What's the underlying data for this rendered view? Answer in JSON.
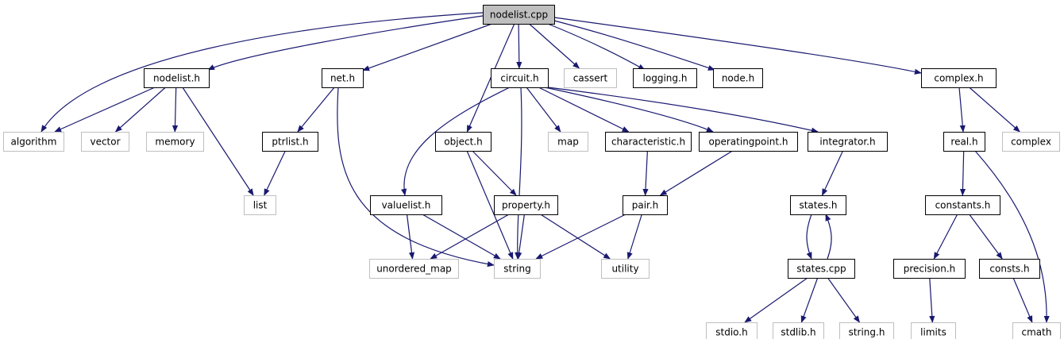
{
  "colors": {
    "edge": "#191970",
    "root_fill": "#bfbfbf",
    "local_border": "#000000",
    "system_border": "#bfbfbf",
    "text": "#000000"
  },
  "nodes": [
    {
      "id": "nodelist_cpp",
      "label": "nodelist.cpp",
      "kind": "root"
    },
    {
      "id": "nodelist_h",
      "label": "nodelist.h",
      "kind": "local"
    },
    {
      "id": "net_h",
      "label": "net.h",
      "kind": "local"
    },
    {
      "id": "circuit_h",
      "label": "circuit.h",
      "kind": "local"
    },
    {
      "id": "cassert",
      "label": "cassert",
      "kind": "system"
    },
    {
      "id": "logging_h",
      "label": "logging.h",
      "kind": "local"
    },
    {
      "id": "node_h",
      "label": "node.h",
      "kind": "local"
    },
    {
      "id": "complex_h",
      "label": "complex.h",
      "kind": "local"
    },
    {
      "id": "algorithm",
      "label": "algorithm",
      "kind": "system"
    },
    {
      "id": "vector",
      "label": "vector",
      "kind": "system"
    },
    {
      "id": "memory",
      "label": "memory",
      "kind": "system"
    },
    {
      "id": "ptrlist_h",
      "label": "ptrlist.h",
      "kind": "local"
    },
    {
      "id": "object_h",
      "label": "object.h",
      "kind": "local"
    },
    {
      "id": "map",
      "label": "map",
      "kind": "system"
    },
    {
      "id": "characteristic_h",
      "label": "characteristic.h",
      "kind": "local"
    },
    {
      "id": "operatingpoint_h",
      "label": "operatingpoint.h",
      "kind": "local"
    },
    {
      "id": "integrator_h",
      "label": "integrator.h",
      "kind": "local"
    },
    {
      "id": "real_h",
      "label": "real.h",
      "kind": "local"
    },
    {
      "id": "complex",
      "label": "complex",
      "kind": "system"
    },
    {
      "id": "list",
      "label": "list",
      "kind": "system"
    },
    {
      "id": "valuelist_h",
      "label": "valuelist.h",
      "kind": "local"
    },
    {
      "id": "property_h",
      "label": "property.h",
      "kind": "local"
    },
    {
      "id": "pair_h",
      "label": "pair.h",
      "kind": "local"
    },
    {
      "id": "states_h",
      "label": "states.h",
      "kind": "local"
    },
    {
      "id": "constants_h",
      "label": "constants.h",
      "kind": "local"
    },
    {
      "id": "unordered_map",
      "label": "unordered_map",
      "kind": "system"
    },
    {
      "id": "string",
      "label": "string",
      "kind": "system"
    },
    {
      "id": "utility",
      "label": "utility",
      "kind": "system"
    },
    {
      "id": "states_cpp",
      "label": "states.cpp",
      "kind": "local"
    },
    {
      "id": "precision_h",
      "label": "precision.h",
      "kind": "local"
    },
    {
      "id": "consts_h",
      "label": "consts.h",
      "kind": "local"
    },
    {
      "id": "stdio_h",
      "label": "stdio.h",
      "kind": "system"
    },
    {
      "id": "stdlib_h",
      "label": "stdlib.h",
      "kind": "system"
    },
    {
      "id": "string_h",
      "label": "string.h",
      "kind": "system"
    },
    {
      "id": "limits",
      "label": "limits",
      "kind": "system"
    },
    {
      "id": "cmath",
      "label": "cmath",
      "kind": "system"
    }
  ],
  "edges": [
    {
      "from": "nodelist_cpp",
      "to": "algorithm"
    },
    {
      "from": "nodelist_cpp",
      "to": "nodelist_h"
    },
    {
      "from": "nodelist_cpp",
      "to": "net_h"
    },
    {
      "from": "nodelist_cpp",
      "to": "object_h"
    },
    {
      "from": "nodelist_cpp",
      "to": "circuit_h"
    },
    {
      "from": "nodelist_cpp",
      "to": "cassert"
    },
    {
      "from": "nodelist_cpp",
      "to": "logging_h"
    },
    {
      "from": "nodelist_cpp",
      "to": "node_h"
    },
    {
      "from": "nodelist_cpp",
      "to": "complex_h"
    },
    {
      "from": "nodelist_h",
      "to": "algorithm"
    },
    {
      "from": "nodelist_h",
      "to": "vector"
    },
    {
      "from": "nodelist_h",
      "to": "memory"
    },
    {
      "from": "nodelist_h",
      "to": "list"
    },
    {
      "from": "net_h",
      "to": "ptrlist_h"
    },
    {
      "from": "net_h",
      "to": "string"
    },
    {
      "from": "ptrlist_h",
      "to": "list"
    },
    {
      "from": "circuit_h",
      "to": "valuelist_h"
    },
    {
      "from": "circuit_h",
      "to": "string"
    },
    {
      "from": "circuit_h",
      "to": "map"
    },
    {
      "from": "circuit_h",
      "to": "characteristic_h"
    },
    {
      "from": "circuit_h",
      "to": "operatingpoint_h"
    },
    {
      "from": "circuit_h",
      "to": "integrator_h"
    },
    {
      "from": "object_h",
      "to": "property_h"
    },
    {
      "from": "object_h",
      "to": "string"
    },
    {
      "from": "valuelist_h",
      "to": "unordered_map"
    },
    {
      "from": "valuelist_h",
      "to": "string"
    },
    {
      "from": "property_h",
      "to": "unordered_map"
    },
    {
      "from": "property_h",
      "to": "string"
    },
    {
      "from": "property_h",
      "to": "utility"
    },
    {
      "from": "characteristic_h",
      "to": "pair_h"
    },
    {
      "from": "operatingpoint_h",
      "to": "pair_h"
    },
    {
      "from": "pair_h",
      "to": "string"
    },
    {
      "from": "pair_h",
      "to": "utility"
    },
    {
      "from": "integrator_h",
      "to": "states_h"
    },
    {
      "from": "states_h",
      "to": "states_cpp"
    },
    {
      "from": "states_cpp",
      "to": "states_h"
    },
    {
      "from": "states_cpp",
      "to": "stdio_h"
    },
    {
      "from": "states_cpp",
      "to": "stdlib_h"
    },
    {
      "from": "states_cpp",
      "to": "string_h"
    },
    {
      "from": "complex_h",
      "to": "real_h"
    },
    {
      "from": "complex_h",
      "to": "complex"
    },
    {
      "from": "real_h",
      "to": "constants_h"
    },
    {
      "from": "real_h",
      "to": "cmath"
    },
    {
      "from": "constants_h",
      "to": "precision_h"
    },
    {
      "from": "constants_h",
      "to": "consts_h"
    },
    {
      "from": "precision_h",
      "to": "limits"
    },
    {
      "from": "consts_h",
      "to": "cmath"
    }
  ]
}
